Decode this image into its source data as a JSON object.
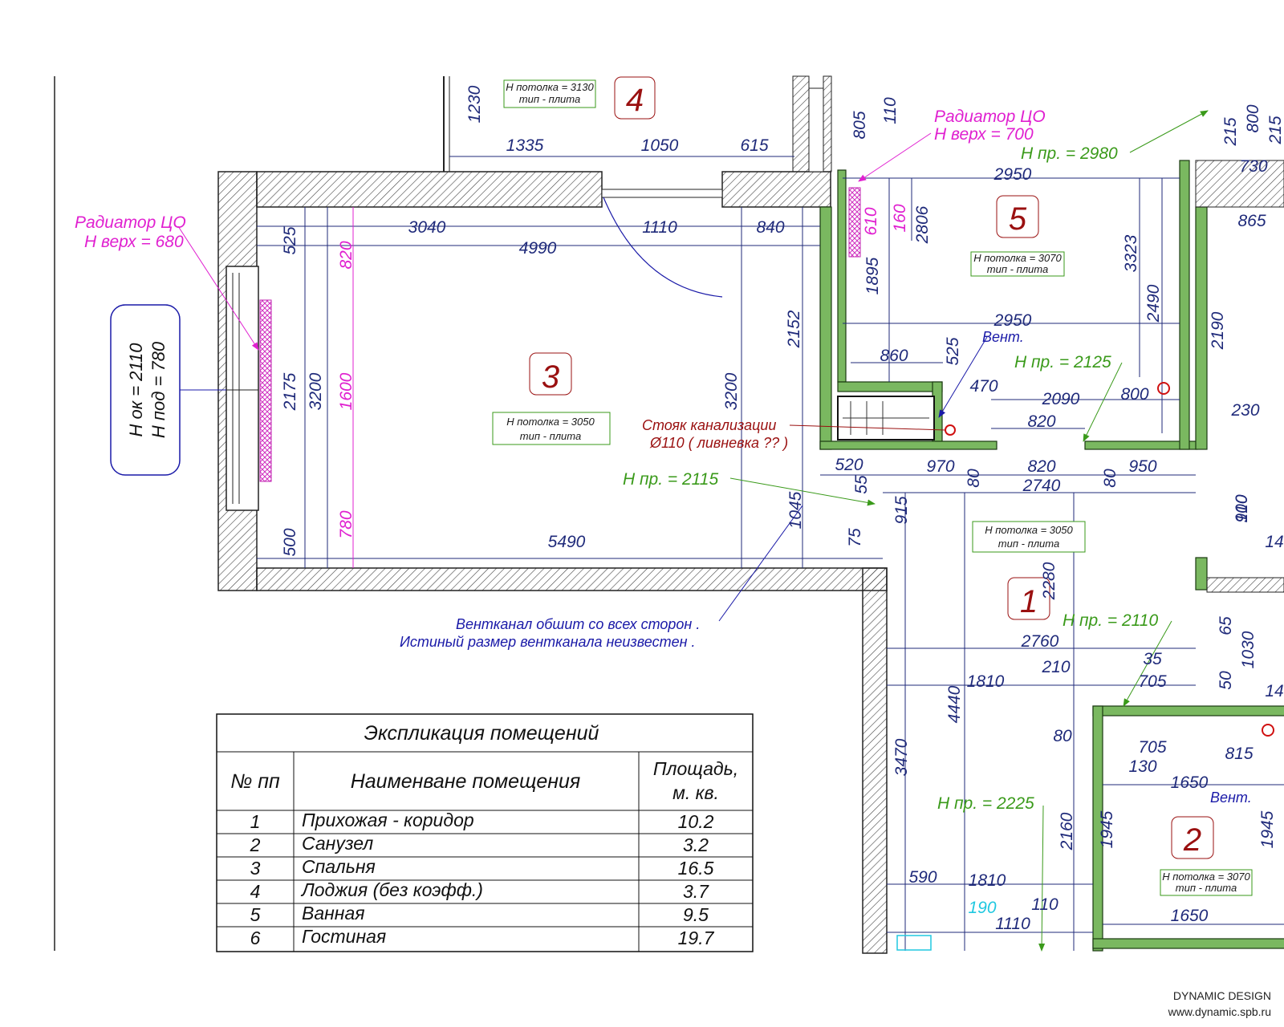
{
  "footer": {
    "company": "DYNAMIC DESIGN",
    "site": "www.dynamic.spb.ru"
  },
  "rooms": [
    {
      "number": "4",
      "ceiling": "Н потолка = 3130",
      "type": "тип - плита"
    },
    {
      "number": "5",
      "ceiling": "Н потолка = 3070",
      "type": "тип - плита"
    },
    {
      "number": "3",
      "ceiling": "Н потолка = 3050",
      "type": "тип - плита"
    },
    {
      "number": "1",
      "ceiling": "Н потолка = 3050",
      "type": "тип - плита"
    },
    {
      "number": "2",
      "ceiling": "Н потолка = 3070",
      "type": "тип - плита"
    }
  ],
  "window_label": {
    "line1": "Н ок = 2110",
    "line2": "Н под = 780"
  },
  "annotations": {
    "radiator_left_1": "Радиатор ЦО",
    "radiator_left_2": "Н верх = 680",
    "radiator_bath_1": "Радиатор ЦО",
    "radiator_bath_2": "Н верх = 700",
    "stoyak_1": "Стояк канализации",
    "stoyak_2": "Ø110 ( ливневка ?? )",
    "vent_1": "Вентканал обшит со всех сторон .",
    "vent_2": "Истиный размер вентканала неизвестен .",
    "vent_label_a": "Вент.",
    "vent_label_b": "Вент.",
    "hpr_2980": "Н пр. = 2980",
    "hpr_2125": "Н пр. = 2125",
    "hpr_2115": "Н пр. = 2115",
    "hpr_2110": "Н пр. = 2110",
    "hpr_2225": "Н пр. = 2225"
  },
  "dims": {
    "d1230": "1230",
    "d1335": "1335",
    "d1050": "1050",
    "d615": "615",
    "d805": "805",
    "d110a": "110",
    "d2950a": "2950",
    "d215a": "215",
    "d800a": "800",
    "d730": "730",
    "d215b": "215",
    "d525a": "525",
    "d820p": "820",
    "d3040": "3040",
    "d1110a": "1110",
    "d840": "840",
    "d4990": "4990",
    "d610": "610",
    "d160": "160",
    "d2806": "2806",
    "d1895": "1895",
    "d3323": "3323",
    "d865": "865",
    "d2490": "2490",
    "d2190": "2190",
    "d2950b": "2950",
    "d2175": "2175",
    "d3200a": "3200",
    "d1600": "1600",
    "d3200b": "3200",
    "d2152": "2152",
    "d860": "860",
    "d525b": "525",
    "d470": "470",
    "d2090": "2090",
    "d800b": "800",
    "d230": "230",
    "d820a": "820",
    "d520": "520",
    "d55": "55",
    "d970": "970",
    "d80a": "80",
    "d820b": "820",
    "d80b": "80",
    "d950": "950",
    "d2740": "2740",
    "d915": "915",
    "d910": "910",
    "d100": "100",
    "d14a": "14",
    "d500": "500",
    "d780": "780",
    "d5490": "5490",
    "d1045": "1045",
    "d75": "75",
    "d2280": "2280",
    "d65": "65",
    "d1030": "1030",
    "d2760": "2760",
    "d1810a": "1810",
    "d210": "210",
    "d35": "35",
    "d705a": "705",
    "d50": "50",
    "d14b": "14",
    "d4440": "4440",
    "d80c": "80",
    "d705b": "705",
    "d815": "815",
    "d130": "130",
    "d1650a": "1650",
    "d3470": "3470",
    "d2160": "2160",
    "d1945a": "1945",
    "d1945b": "1945",
    "d590": "590",
    "d1810b": "1810",
    "d190": "190",
    "d110b": "110",
    "d1110b": "1110",
    "d1650b": "1650"
  },
  "table": {
    "title": "Экспликация помещений",
    "col_num": "№ пп",
    "col_name": "Наименване помещения",
    "col_area_1": "Площадь,",
    "col_area_2": "м. кв.",
    "rows": [
      {
        "num": "1",
        "name": "Прихожая - коридор",
        "area": "10.2"
      },
      {
        "num": "2",
        "name": "Санузел",
        "area": "3.2"
      },
      {
        "num": "3",
        "name": "Спальня",
        "area": "16.5"
      },
      {
        "num": "4",
        "name": "Лоджия (без коэфф.)",
        "area": "3.7"
      },
      {
        "num": "5",
        "name": "Ванная",
        "area": "9.5"
      },
      {
        "num": "6",
        "name": "Гостиная",
        "area": "19.7"
      }
    ]
  }
}
